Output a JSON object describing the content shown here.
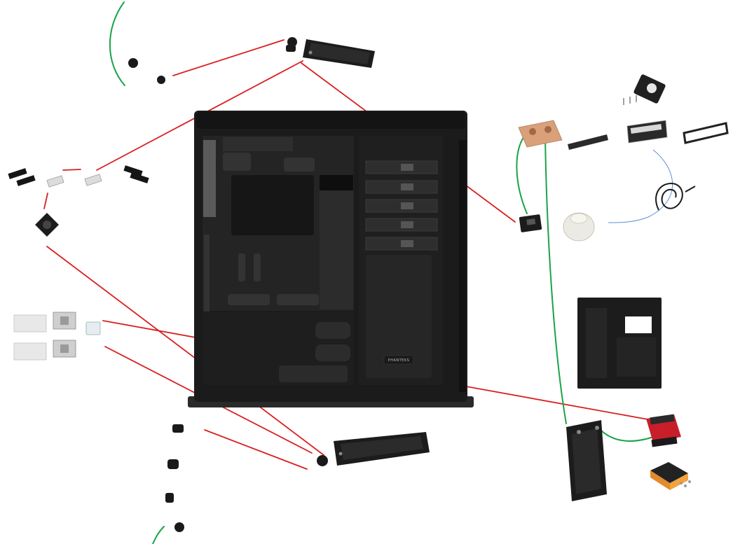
{
  "case": {
    "brand_badge": "PHANTEKS"
  },
  "colors": {
    "background": "#ffffff",
    "hardline": "#d8201f",
    "soft_tube": "#1aa34a",
    "cable": "#5b8fd6",
    "case_body": "#1b1b1b",
    "case_panel": "#262626",
    "copper": "#d9a07a",
    "radiator": "#1c1c1c",
    "reservoir_red": "#c81e2a"
  },
  "components": [
    {
      "id": "top-radiator",
      "icon": "radiator-icon"
    },
    {
      "id": "bottom-radiator",
      "icon": "radiator-icon"
    },
    {
      "id": "front-radiator",
      "icon": "radiator-icon"
    },
    {
      "id": "cpu-block",
      "icon": "cpu-waterblock-icon"
    },
    {
      "id": "gpu-blocks",
      "icon": "gpu-waterblock-icon"
    },
    {
      "id": "pump-reservoir",
      "icon": "pump-icon"
    },
    {
      "id": "fan-controller",
      "icon": "controller-icon"
    },
    {
      "id": "rear-case-view",
      "icon": "case-icon"
    }
  ]
}
